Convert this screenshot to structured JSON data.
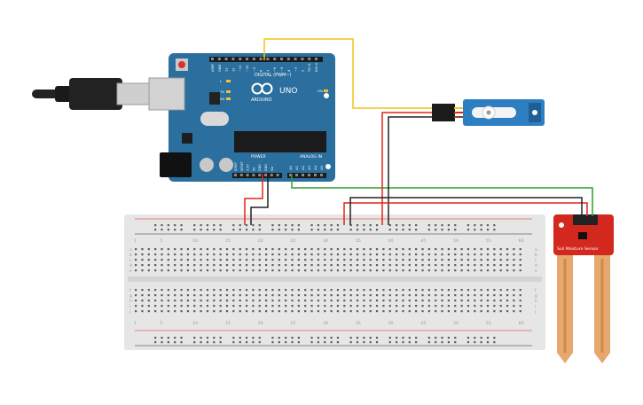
{
  "arduino": {
    "logo_text": "ARDUINO",
    "model": "UNO",
    "digital_label": "DIGITAL (PWM~)",
    "power_label": "POWER",
    "analog_label": "ANALOG IN",
    "led_labels": [
      "L",
      "TX",
      "RX",
      "ON"
    ],
    "digital_pins": [
      "AREF",
      "GND",
      "13",
      "12",
      "~11",
      "~10",
      "~9",
      "8",
      "7",
      "~6",
      "~5",
      "4",
      "~3",
      "2",
      "TX→1",
      "RX←0"
    ],
    "power_pins": [
      "IOREF",
      "RESET",
      "3.3V",
      "5V",
      "GND",
      "GND",
      "Vin"
    ],
    "analog_pins": [
      "A0",
      "A1",
      "A2",
      "A3",
      "A4",
      "A5"
    ]
  },
  "breadboard": {
    "column_numbers": [
      "1",
      "5",
      "10",
      "15",
      "20",
      "25",
      "30",
      "35",
      "40",
      "45",
      "50",
      "55",
      "60"
    ],
    "row_letters_top": [
      "a",
      "b",
      "c",
      "d",
      "e"
    ],
    "row_letters_bottom": [
      "f",
      "g",
      "h",
      "i",
      "j"
    ]
  },
  "sensor": {
    "label": "Soil Moisture Sensor"
  },
  "colors": {
    "arduino_blue": "#2b6f9e",
    "breadboard": "#e6e6e6",
    "sensor_red": "#d3281e",
    "wire_red": "#e2231a",
    "wire_black": "#222222",
    "wire_green": "#2ca02c",
    "wire_yellow": "#f0c419",
    "servo_blue": "#2d7fc1"
  }
}
